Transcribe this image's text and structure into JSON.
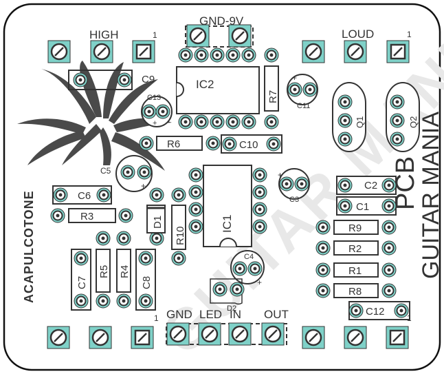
{
  "board": {
    "brand": "ACAPULCOTONE",
    "watermark": "GUITAR MANIA",
    "vertical_title": "PCB",
    "vertical_subtitle": "GUITAR MANIA"
  },
  "connectors": {
    "high": "HIGH",
    "loud": "LOUD",
    "gnd_9v": "GND-9V",
    "gnd": "GND",
    "led": "LED",
    "in": "IN",
    "out": "OUT",
    "pin1_a": "1",
    "pin1_b": "1",
    "pin1_c": "1",
    "pin1_d": "1"
  },
  "components": {
    "ic1": "IC1",
    "ic2": "IC2",
    "r1": "R1",
    "r2": "R2",
    "r3": "R3",
    "r4": "R4",
    "r5": "R5",
    "r6": "R6",
    "r7": "R7",
    "r8": "R8",
    "r9": "R9",
    "r10": "R10",
    "c1": "C1",
    "c2": "C2",
    "c3": "C3",
    "c4": "C4",
    "c5": "C5",
    "c6": "C6",
    "c7": "C7",
    "c8": "C8",
    "c9": "C9",
    "c10": "C10",
    "c11": "C11",
    "c12": "C12",
    "c13": "C13",
    "d1": "D1",
    "d2": "D2",
    "q1": "Q1",
    "q2": "Q2"
  },
  "colors": {
    "pad": "#7fd1c8",
    "silkscreen": "#2b2b2b",
    "watermark": "#e6e6e6",
    "board_outline": "#111111"
  }
}
